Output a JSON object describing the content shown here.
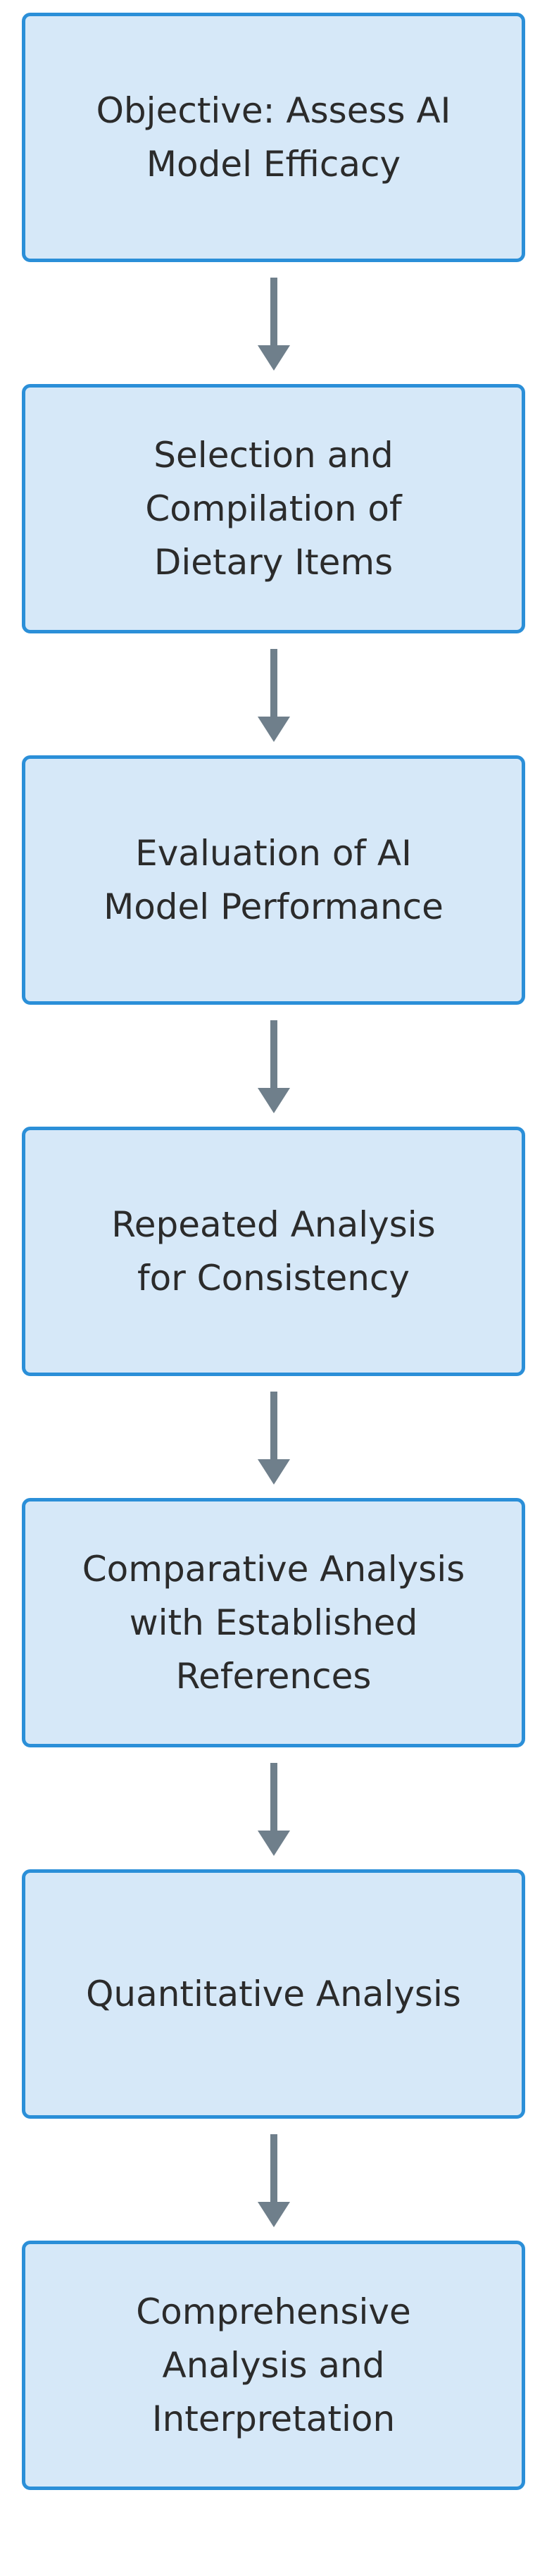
{
  "flowchart": {
    "steps": [
      {
        "label": "Objective: Assess AI\nModel Efficacy"
      },
      {
        "label": "Selection and\nCompilation of\nDietary Items"
      },
      {
        "label": "Evaluation of AI\nModel Performance"
      },
      {
        "label": "Repeated Analysis\nfor Consistency"
      },
      {
        "label": "Comparative Analysis\nwith Established\nReferences"
      },
      {
        "label": "Quantitative Analysis"
      },
      {
        "label": "Comprehensive\nAnalysis and\nInterpretation"
      }
    ],
    "colors": {
      "box_fill": "#d6e8f8",
      "box_border": "#2b8fd8",
      "arrow": "#6f7f8b",
      "text": "#2b2b2b"
    },
    "connector_icon": "down-arrow-icon"
  }
}
